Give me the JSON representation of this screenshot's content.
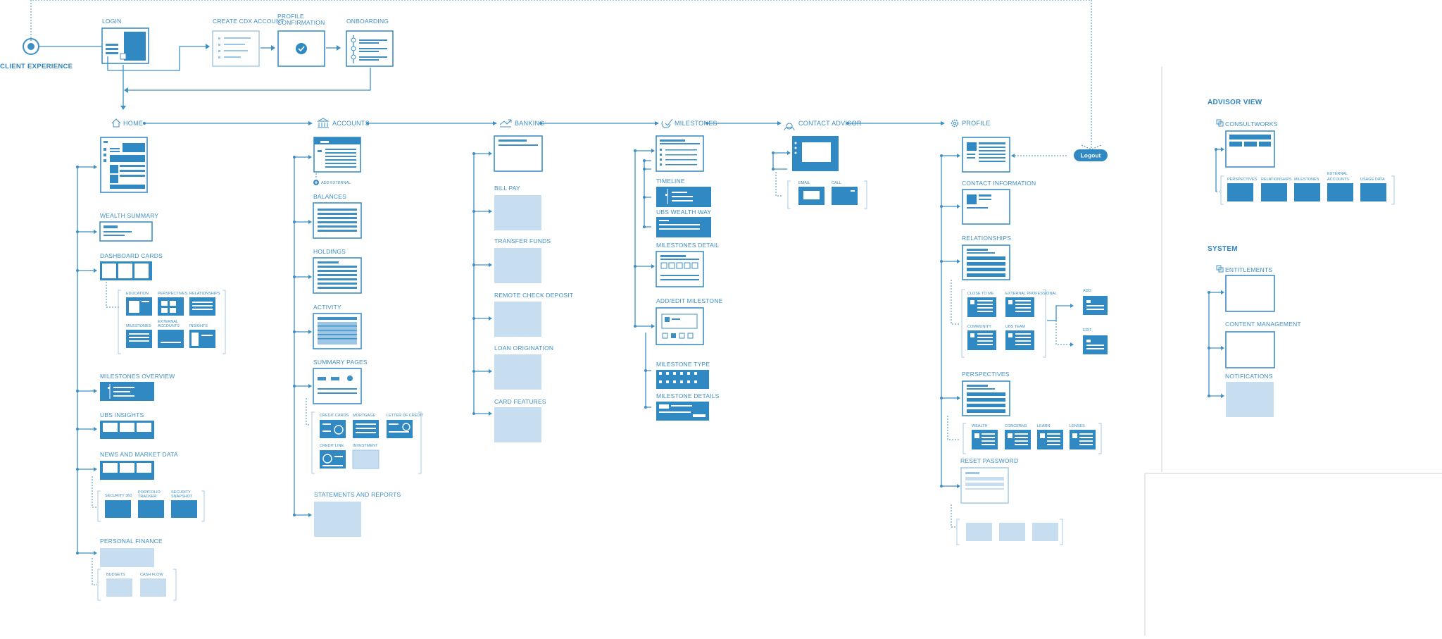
{
  "client": {
    "title": "CLIENT EXPERIENCE",
    "login": "LOGIN",
    "create_account": "CREATE CDX ACCOUNT",
    "profile_conf_1": "PROFILE",
    "profile_conf_2": "CONFIRMATION",
    "onboarding": "ONBOARDING",
    "logout": "Logout"
  },
  "nav": {
    "home": "HOME",
    "accounts": "ACCOUNTS",
    "banking": "BANKING",
    "milestones": "MILESTONES",
    "contact": "CONTACT ADVISOR",
    "profile": "PROFILE"
  },
  "home": {
    "wealth_summary": "WEALTH SUMMARY",
    "dashboard_cards": "DASHBOARD CARDS",
    "education": "EDUCATION",
    "perspectives": "PERSPECTIVES",
    "relationships": "RELATIONSHIPS",
    "milestones": "MILESTONES",
    "external_1": "EXTERNAL",
    "external_2": "ACCOUNTS",
    "insights": "INSIGHTS",
    "milestones_overview": "MILESTONES OVERVIEW",
    "ubs_insights": "UBS INSIGHTS",
    "news": "NEWS AND MARKET DATA",
    "security_360": "SECURITY 360",
    "portfolio_1": "PORTFOLIO",
    "portfolio_2": "TRACKER",
    "security_1": "SECURITY",
    "security_2": "SNAPSHOT",
    "personal_finance": "PERSONAL FINANCE",
    "budgets": "BUDGETS",
    "cash_flow": "CASH FLOW"
  },
  "accounts": {
    "add_external": "ADD EXTERNAL",
    "balances": "BALANCES",
    "holdings": "HOLDINGS",
    "activity": "ACTIVITY",
    "summary_pages": "SUMMARY PAGES",
    "credit_cards": "CREDIT CARDS",
    "mortgage": "MORTGAGE",
    "letter_of_credit": "LETTER OF CREDIT",
    "credit_line": "CREDIT LINE",
    "investment": "INVESTMENT",
    "statements": "STATEMENTS AND REPORTS"
  },
  "banking": {
    "bill_pay": "BILL PAY",
    "transfer_funds": "TRANSFER FUNDS",
    "remote_check": "REMOTE CHECK DEPOSIT",
    "loan_origination": "LOAN ORIGINATION",
    "card_features": "CARD FEATURES"
  },
  "milestones": {
    "timeline": "TIMELINE",
    "wealth_way": "UBS WEALTH WAY",
    "detail": "MILESTONES DETAIL",
    "add_edit": "ADD/EDIT MILESTONE",
    "type": "MILESTONE TYPE",
    "details": "MILESTONE DETAILS"
  },
  "contact": {
    "email": "EMAIL",
    "call": "CALL"
  },
  "profile": {
    "contact_info": "CONTACT INFORMATION",
    "relationships": "RELATIONSHIPS",
    "close_to_me": "CLOSE TO ME",
    "external_professional": "EXTERNAL PROFESSIONAL",
    "community": "COMMUNITY",
    "ubs_team": "UBS TEAM",
    "add": "ADD",
    "edit": "EDIT",
    "perspectives": "PERSPECTIVES",
    "wealth": "WEALTH",
    "concerns": "CONCERNS",
    "learn": "LEARN",
    "lenses": "LENSES",
    "reset_password": "RESET PASSWORD"
  },
  "advisor": {
    "title": "ADVISOR VIEW",
    "consultworks": "CONSULTWORKS",
    "perspectives": "PERSPECTIVES",
    "relationships": "RELATIONSHIPS",
    "milestones": "MILESTONES",
    "external_1": "EXTERNAL",
    "external_2": "ACCOUNTS",
    "usage_data": "USAGE DATA"
  },
  "system": {
    "title": "SYSTEM",
    "entitlements": "ENTITLEMENTS",
    "content_management": "CONTENT MANAGEMENT",
    "notifications": "NOTIFICATIONS"
  }
}
